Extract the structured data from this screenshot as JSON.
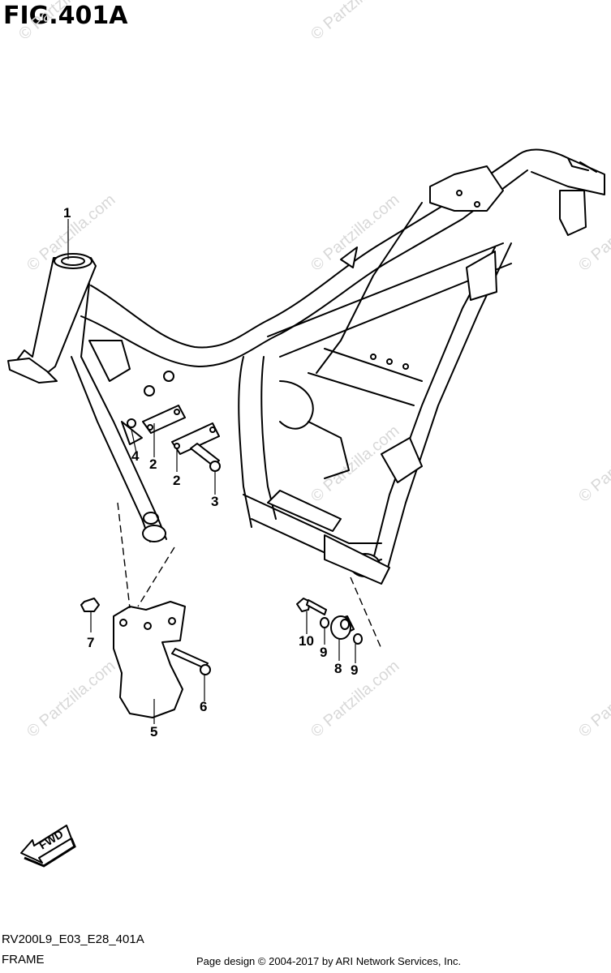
{
  "figure": {
    "title": "FIG.401A",
    "code": "RV200L9_E03_E28_401A",
    "section": "FRAME"
  },
  "watermark": {
    "text": "© Partzilla.com",
    "color": "#d8d8d8"
  },
  "credit": "Page design © 2004-2017 by ARI Network Services, Inc.",
  "fwd_badge": {
    "label": "FWD",
    "icon": "forward-arrow-icon"
  },
  "callouts": {
    "c1": "1",
    "c2a": "2",
    "c2b": "2",
    "c3": "3",
    "c4": "4",
    "c5": "5",
    "c6": "6",
    "c7": "7",
    "c8": "8",
    "c9a": "9",
    "c9b": "9",
    "c10": "10"
  }
}
